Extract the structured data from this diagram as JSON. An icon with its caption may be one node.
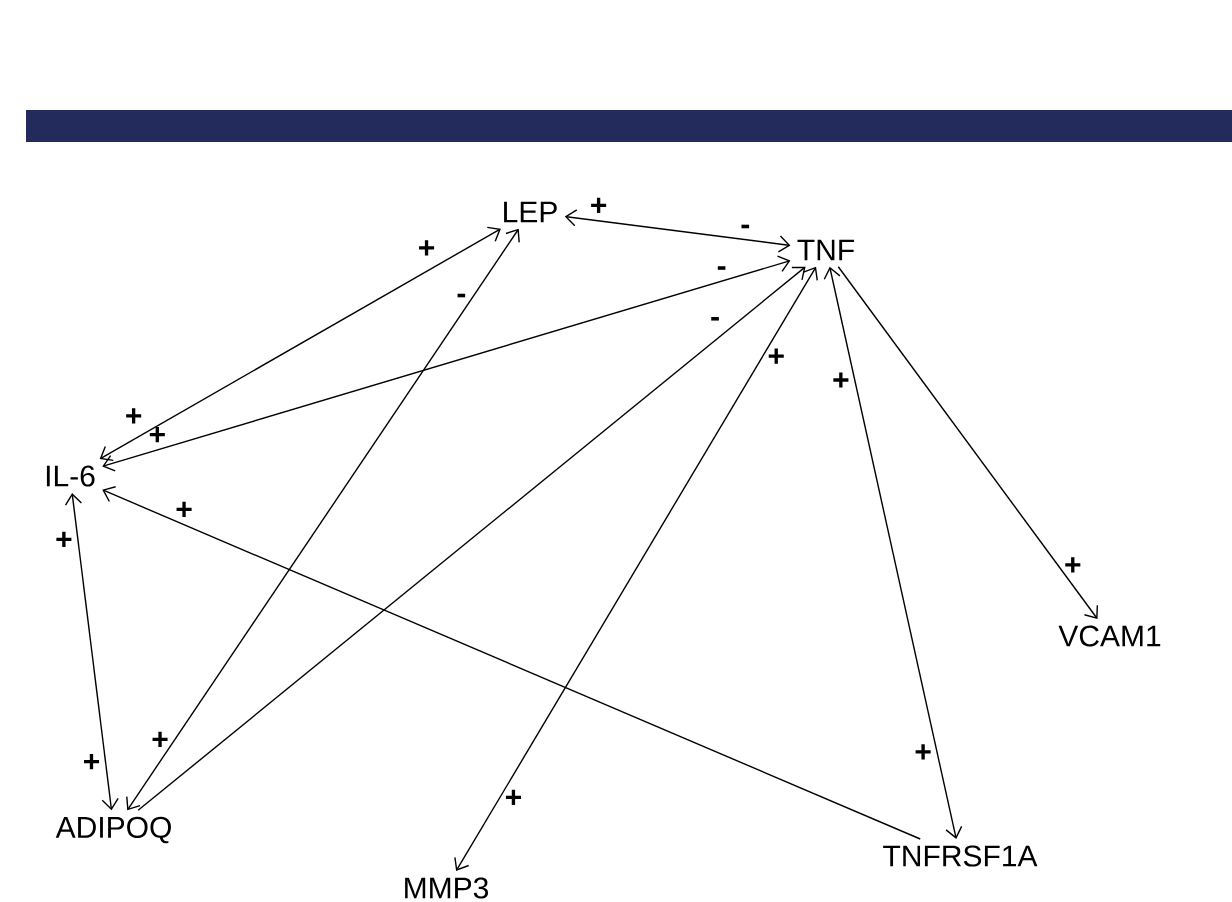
{
  "diagram": {
    "nodes": [
      {
        "text": [],
        "shape": "bar"
      },
      {
        "text": [
          "LEP"
        ]
      },
      {
        "text": [
          "TNF"
        ]
      },
      {
        "text": [
          "IL-6"
        ]
      },
      {
        "text": [
          "ADIPOQ"
        ]
      },
      {
        "text": [
          "MMP3"
        ]
      },
      {
        "text": [
          "TNFRSF1A"
        ]
      },
      {
        "text": [
          "VCAM1"
        ]
      }
    ],
    "edges": [
      {
        "from": 1,
        "to": 2,
        "arrow": "both",
        "label": "-"
      },
      {
        "from": 3,
        "to": 1,
        "arrow": "both",
        "label": "+"
      },
      {
        "from": 4,
        "to": 1,
        "arrow": "both",
        "label": "-"
      },
      {
        "from": 3,
        "to": 2,
        "arrow": "both",
        "label": "-"
      },
      {
        "from": 4,
        "to": 2,
        "arrow": "to",
        "label": "-"
      },
      {
        "from": 5,
        "to": 2,
        "arrow": "both",
        "label": "+"
      },
      {
        "from": 6,
        "to": 2,
        "arrow": "both",
        "label": "+"
      },
      {
        "from": 2,
        "to": 7,
        "arrow": "to",
        "label": "+"
      },
      {
        "from": 6,
        "to": 3,
        "arrow": "to",
        "label": "+"
      },
      {
        "from": 3,
        "to": 4,
        "arrow": "both",
        "label": "+"
      }
    ],
    "labels": [
      "+",
      "+",
      "+",
      "+",
      "+",
      "+",
      "+"
    ]
  }
}
